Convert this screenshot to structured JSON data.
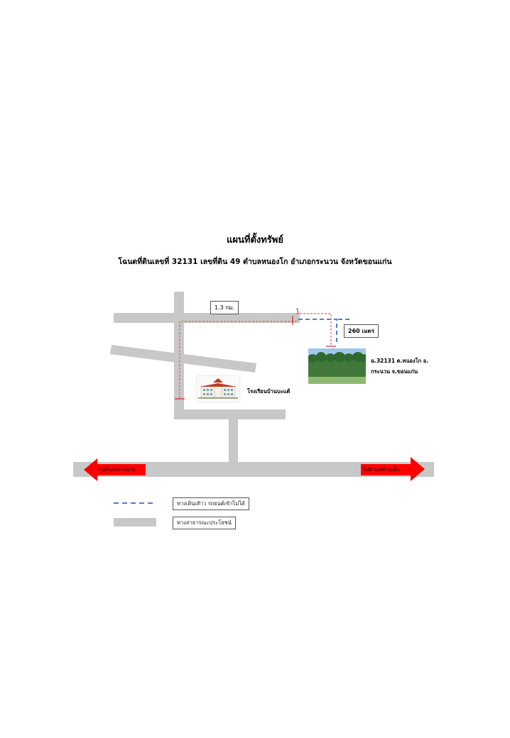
{
  "header": {
    "title": "แผนที่ตั้งทรัพย์",
    "subtitle": "โฉนดที่ดินเลขที่ 32131 เลขที่ดิน 49 ตำบลหนองโก อำเภอกระนวน จังหวัดขอนแก่น"
  },
  "map": {
    "distance_road": "1.3 กม.",
    "distance_path": "260 เมตร",
    "property_label_line1": "ฉ.32131 ต.หนองโก อ.",
    "property_label_line2": "กระนวน จ.ขอนแก่น",
    "school_label": "โรงเรียนบ้านบะแต้",
    "arrow_left_label": "ไปอำเภอกระนวน",
    "arrow_right_label": "ไปอำเภอห้วยเม็ก",
    "colors": {
      "road": "#c8c8c8",
      "arrow": "#ff0000",
      "route_red": "#e06060",
      "route_blue": "#4a7fd6"
    }
  },
  "legend": {
    "walk_path": "ทางเดินเท้าว รถยนต์เข้าไม่ได้",
    "public_road": "ทางสาธารณะประโยชน์"
  }
}
